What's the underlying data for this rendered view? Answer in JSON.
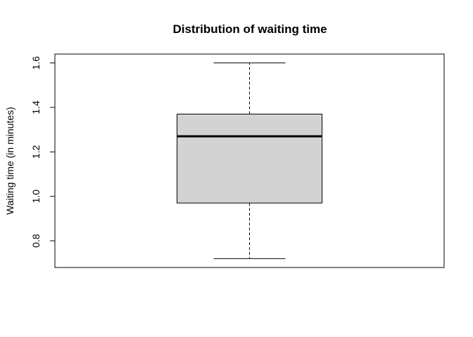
{
  "chart_data": {
    "type": "boxplot",
    "title": "Distribution of waiting time",
    "xlabel": "",
    "ylabel": "Waiting time (in minutes)",
    "ylim": [
      0.68,
      1.64
    ],
    "yticks": [
      0.8,
      1.0,
      1.2,
      1.4,
      1.6
    ],
    "ytick_labels": [
      "0.8",
      "1.0",
      "1.2",
      "1.4",
      "1.6"
    ],
    "grid": false,
    "boxes": [
      {
        "whisker_low": 0.72,
        "q1": 0.97,
        "median": 1.27,
        "q3": 1.37,
        "whisker_high": 1.6
      }
    ],
    "colors": {
      "box_fill": "#d3d3d3",
      "stroke": "#000000"
    }
  }
}
